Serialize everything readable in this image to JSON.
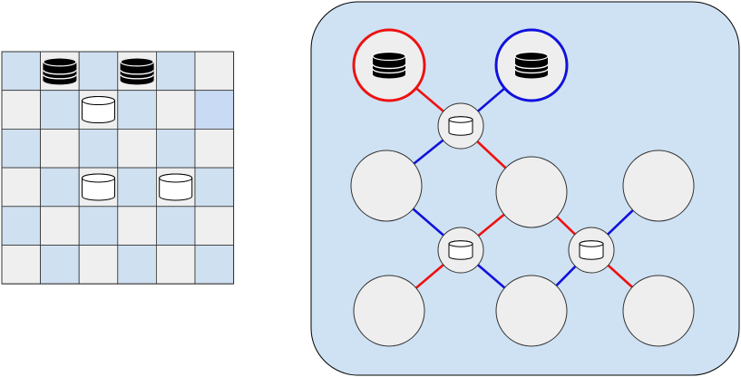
{
  "colors": {
    "cell_blue": "#cfe0f0",
    "cell_gray": "#efefef",
    "cell_highlight": "#c9daf5",
    "grid_line": "#333333",
    "panel_fill": "#cfe2f3",
    "panel_stroke": "#000000",
    "node_fill": "#eeeeee",
    "node_stroke": "#333333",
    "player_red": "#ee1111",
    "player_blue": "#1111dd",
    "piece_dark": "#000000",
    "piece_light": "#ffffff"
  },
  "board": {
    "rows": 6,
    "cols": 6,
    "pattern_note_first_blue": true,
    "highlight_cells": [
      [
        1,
        5
      ]
    ],
    "pieces": [
      {
        "row": 0,
        "col": 1,
        "kind": "dark",
        "icon": "stack-dark-icon"
      },
      {
        "row": 0,
        "col": 3,
        "kind": "dark",
        "icon": "stack-dark-icon"
      },
      {
        "row": 1,
        "col": 2,
        "kind": "light",
        "icon": "stack-light-icon"
      },
      {
        "row": 3,
        "col": 2,
        "kind": "light",
        "icon": "stack-light-icon"
      },
      {
        "row": 3,
        "col": 4,
        "kind": "light",
        "icon": "stack-light-icon"
      }
    ]
  },
  "graph": {
    "nodes": [
      {
        "id": "red-root",
        "ring": "red",
        "piece": "dark",
        "size": "big"
      },
      {
        "id": "blue-root",
        "ring": "blue",
        "piece": "dark",
        "size": "big"
      },
      {
        "id": "junction-top",
        "ring": "none",
        "piece": "light",
        "size": "small"
      },
      {
        "id": "mid-left",
        "ring": "none",
        "piece": "none",
        "size": "big"
      },
      {
        "id": "mid-center",
        "ring": "none",
        "piece": "none",
        "size": "big"
      },
      {
        "id": "mid-right",
        "ring": "none",
        "piece": "none",
        "size": "big"
      },
      {
        "id": "junction-left",
        "ring": "none",
        "piece": "light",
        "size": "small"
      },
      {
        "id": "junction-right",
        "ring": "none",
        "piece": "light",
        "size": "small"
      },
      {
        "id": "bottom-left",
        "ring": "none",
        "piece": "none",
        "size": "big"
      },
      {
        "id": "bottom-center",
        "ring": "none",
        "piece": "none",
        "size": "big"
      },
      {
        "id": "bottom-right",
        "ring": "none",
        "piece": "none",
        "size": "big"
      }
    ],
    "edges": [
      {
        "from": "red-root",
        "to": "junction-top",
        "color": "red"
      },
      {
        "from": "blue-root",
        "to": "junction-top",
        "color": "blue"
      },
      {
        "from": "junction-top",
        "to": "mid-left",
        "color": "blue"
      },
      {
        "from": "junction-top",
        "to": "mid-center",
        "color": "red"
      },
      {
        "from": "mid-left",
        "to": "junction-left",
        "color": "blue"
      },
      {
        "from": "mid-center",
        "to": "junction-left",
        "color": "red"
      },
      {
        "from": "mid-center",
        "to": "junction-right",
        "color": "red"
      },
      {
        "from": "mid-right",
        "to": "junction-right",
        "color": "blue"
      },
      {
        "from": "junction-left",
        "to": "bottom-left",
        "color": "red"
      },
      {
        "from": "junction-left",
        "to": "bottom-center",
        "color": "blue"
      },
      {
        "from": "junction-right",
        "to": "bottom-center",
        "color": "blue"
      },
      {
        "from": "junction-right",
        "to": "bottom-right",
        "color": "red"
      }
    ]
  }
}
